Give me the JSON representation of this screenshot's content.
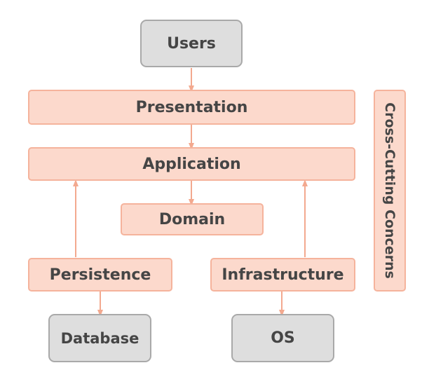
{
  "diagram": {
    "users": "Users",
    "presentation": "Presentation",
    "application": "Application",
    "domain": "Domain",
    "persistence": "Persistence",
    "infrastructure": "Infrastructure",
    "database": "Database",
    "os": "OS",
    "cross_cutting": "Cross-Cutting Concerns"
  },
  "colors": {
    "layer_fill": "#fcd9cc",
    "layer_border": "#f5b39c",
    "external_fill": "#dedede",
    "external_border": "#a9a9a9",
    "arrow": "#f3a98f",
    "text": "#454545"
  }
}
